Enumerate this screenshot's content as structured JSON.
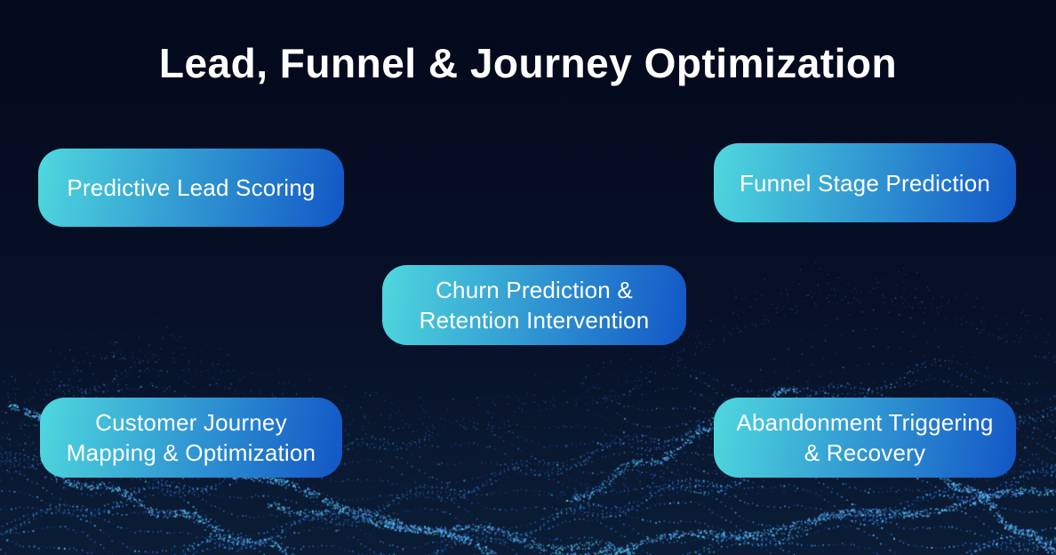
{
  "page": {
    "title": "Lead, Funnel & Journey Optimization"
  },
  "cards": [
    {
      "id": "predictive-lead-scoring",
      "label": "Predictive Lead Scoring"
    },
    {
      "id": "funnel-stage-prediction",
      "label": "Funnel Stage Prediction"
    },
    {
      "id": "churn-prediction-retention-intervention",
      "label": "Churn Prediction &\nRetention Intervention"
    },
    {
      "id": "customer-journey-mapping-optimization",
      "label": "Customer Journey\nMapping & Optimization"
    },
    {
      "id": "abandonment-triggering-recovery",
      "label": "Abandonment Triggering\n& Recovery"
    }
  ],
  "colors": {
    "background_top": "#04091B",
    "background_bottom": "#0B1D36",
    "pill_gradient_from": "#4FD8DE",
    "pill_gradient_to": "#1256C6",
    "title_text": "#FFFFFF",
    "pill_text": "#FFFFFF",
    "particle_blue": "#2E7FF0",
    "particle_cyan": "#49E0F2"
  }
}
